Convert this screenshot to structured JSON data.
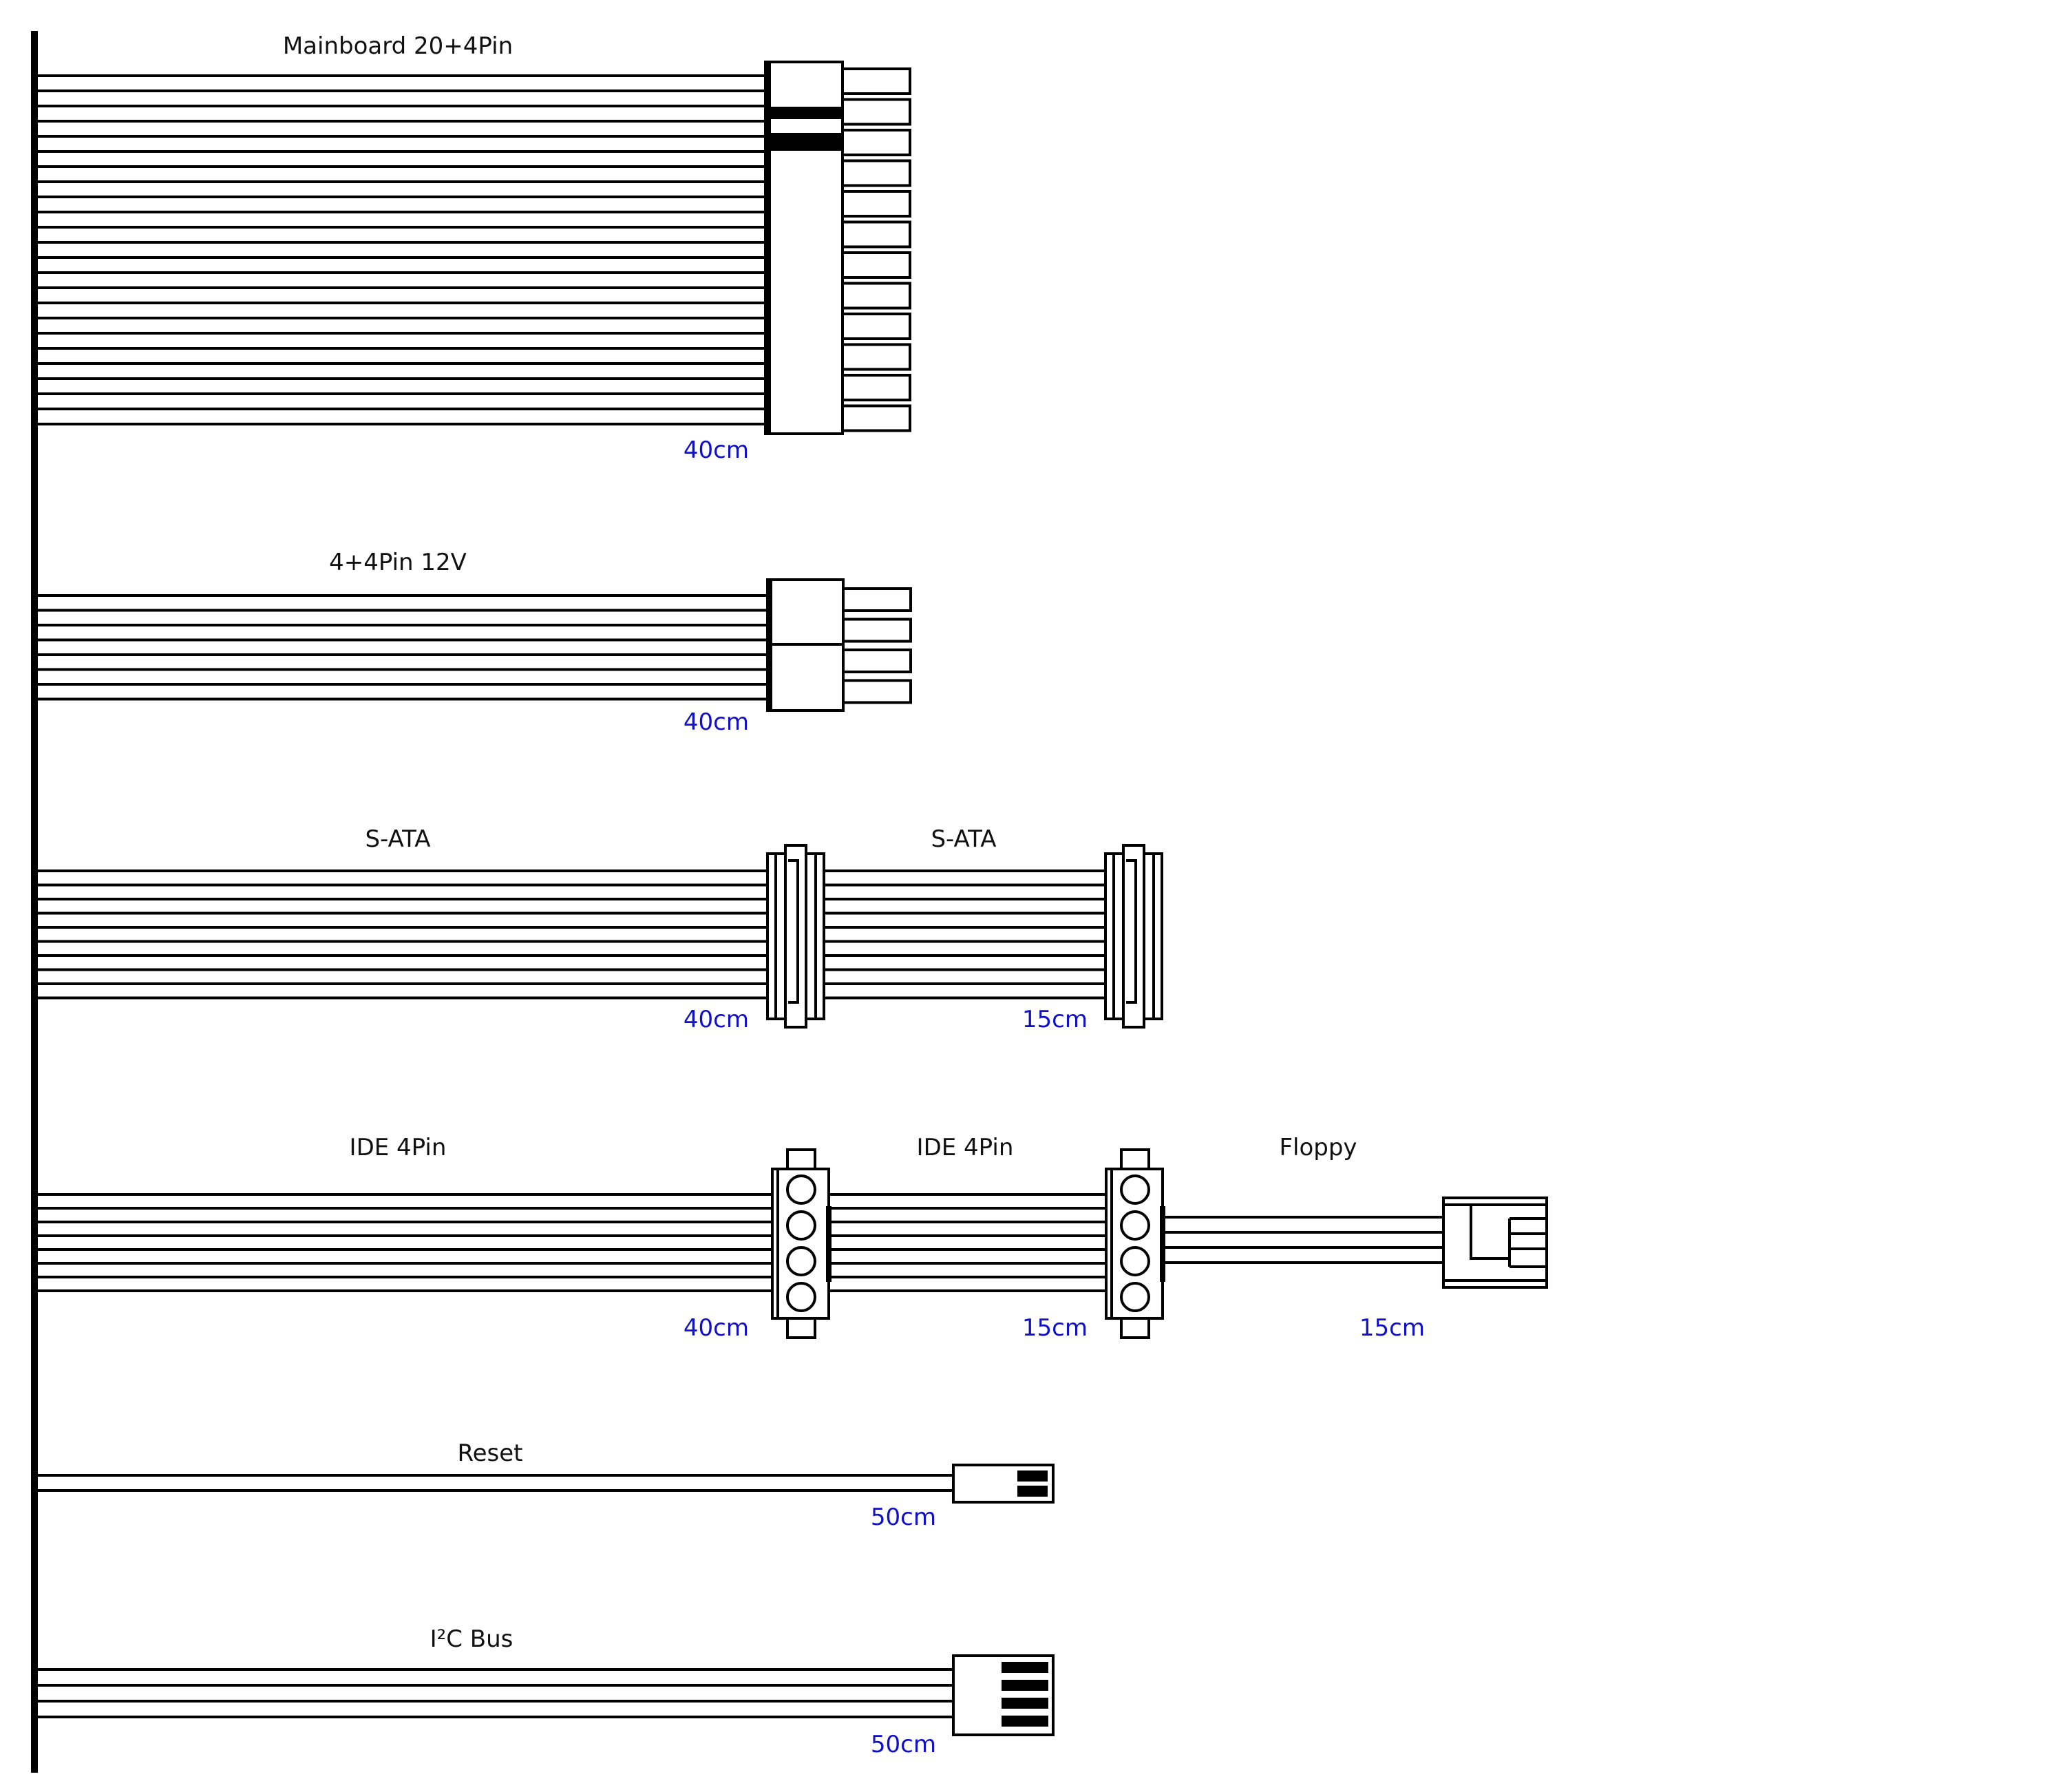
{
  "colors": {
    "line": "#000000",
    "label": "#111111",
    "length": "#1010c8",
    "background": "#ffffff"
  },
  "cables": [
    {
      "id": "mainboard",
      "segments": [
        {
          "label": "Mainboard 20+4Pin",
          "length": "40cm",
          "connector": "atx-24pin"
        }
      ]
    },
    {
      "id": "cpu",
      "segments": [
        {
          "label": "4+4Pin 12V",
          "length": "40cm",
          "connector": "eps-8pin"
        }
      ]
    },
    {
      "id": "sata",
      "segments": [
        {
          "label": "S-ATA",
          "length": "40cm",
          "connector": "sata-power"
        },
        {
          "label": "S-ATA",
          "length": "15cm",
          "connector": "sata-power"
        }
      ]
    },
    {
      "id": "ide",
      "segments": [
        {
          "label": "IDE 4Pin",
          "length": "40cm",
          "connector": "molex-4pin"
        },
        {
          "label": "IDE 4Pin",
          "length": "15cm",
          "connector": "molex-4pin"
        },
        {
          "label": "Floppy",
          "length": "15cm",
          "connector": "floppy-4pin"
        }
      ]
    },
    {
      "id": "reset",
      "segments": [
        {
          "label": "Reset",
          "length": "50cm",
          "connector": "2pin-header"
        }
      ]
    },
    {
      "id": "i2c",
      "segments": [
        {
          "label": "I²C Bus",
          "length": "50cm",
          "connector": "4pin-header"
        }
      ]
    }
  ]
}
